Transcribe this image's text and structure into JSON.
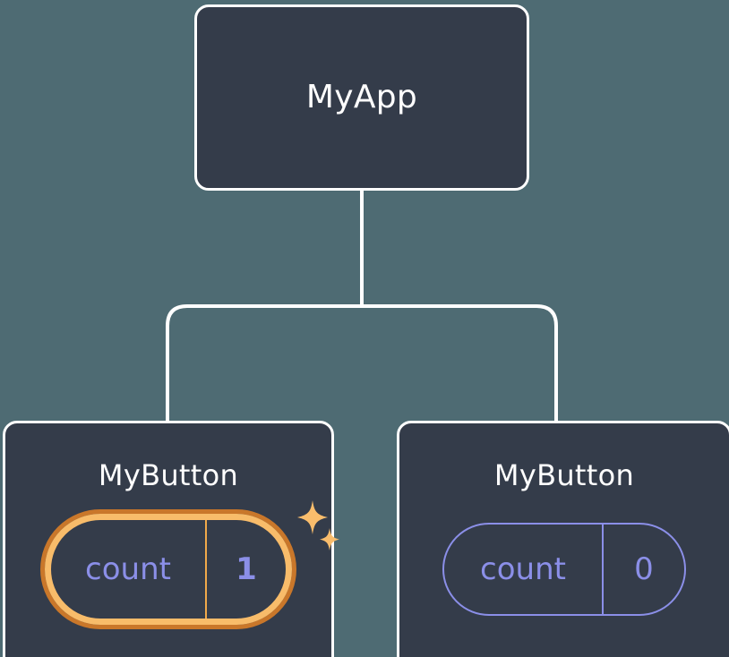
{
  "diagram": {
    "type": "component-tree",
    "background_color": "#4e6b73",
    "node_fill_color": "#343c4a",
    "node_border_color": "#ffffff",
    "connector_color": "#ffffff",
    "state_color": "#8b8fe8",
    "highlight_outer_color": "#c9772a",
    "highlight_inner_color": "#f8bc6a",
    "sparkle_color": "#f9bd6c"
  },
  "root": {
    "label": "MyApp"
  },
  "children": [
    {
      "label": "MyButton",
      "state": {
        "key": "count",
        "value": "1"
      },
      "highlighted": true,
      "sparkle_large": "sparkle-icon",
      "sparkle_small": "sparkle-icon"
    },
    {
      "label": "MyButton",
      "state": {
        "key": "count",
        "value": "0"
      },
      "highlighted": false
    }
  ]
}
